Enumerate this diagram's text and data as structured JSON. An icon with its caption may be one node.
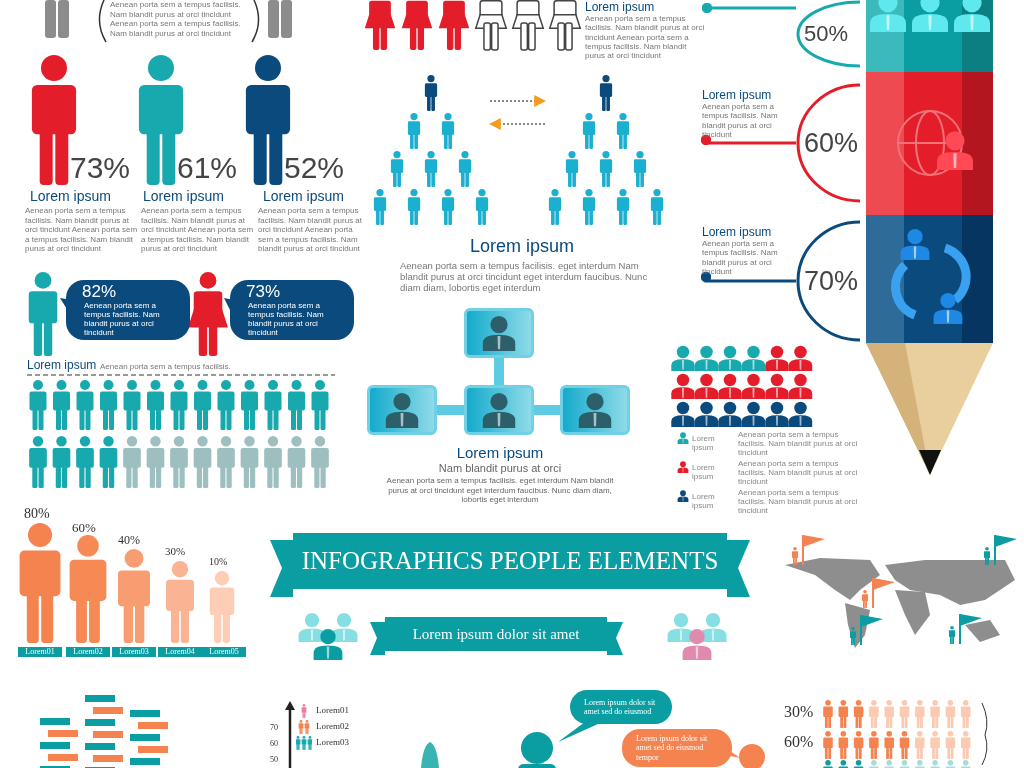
{
  "diagram": {
    "title": "INFOGRAPHICS PEOPLE ELEMENTS",
    "nodes": [
      {
        "text": [],
        "shape": "picture"
      },
      {
        "text": [],
        "shape": "picture"
      },
      {
        "text": [
          "82%",
          "Aenean porta sem a tempus facilisis. Nam blandit purus at orci tincidunt"
        ]
      },
      {
        "text": [
          "73%",
          "Aenean porta sem a tempus facilisis. Nam blandit purus at orci tincidunt"
        ]
      },
      {
        "text": [],
        "shape": "picture"
      },
      {
        "text": [],
        "shape": "picture"
      },
      {
        "text": [],
        "shape": "picture"
      },
      {
        "text": [],
        "shape": "picture"
      },
      {
        "text": [
          "Lorem ipsum dolor sit amet"
        ]
      },
      {
        "text": [
          "Lorem ipsum dolor sit amet sed do eiusmod"
        ]
      },
      {
        "text": [
          "Lorem ipsum dolor sit amet sed do eiusmod tempor"
        ]
      },
      {
        "text": [
          "Lorem ipsum",
          "Aenean porta sem a tempus facilisis. Nam blandit purus at orci tincidunt Aenean porta sem a tempus facilisis. Nam blandit purus at orci tincidunt"
        ]
      },
      {
        "text": [
          "50%"
        ]
      },
      {
        "text": [
          "Lorem ipsum",
          "Aenean porta sem a tempus facilisis. Nam blandit purus at orci tincidunt"
        ]
      },
      {
        "text": [
          "60%"
        ]
      },
      {
        "text": [
          "Lorem ipsum",
          "Aenean porta sem a tempus facilisis. Nam blandit purus at orci tincidunt"
        ]
      },
      {
        "text": [
          "70%"
        ]
      }
    ],
    "edges": [
      {
        "from": 0,
        "to": 1,
        "arrow": "to",
        "style": "dashed",
        "color": "#888888"
      },
      {
        "from": 1,
        "to": 0,
        "arrow": "to",
        "style": "dashed",
        "color": "#888888"
      },
      {
        "from": 4,
        "to": 6,
        "arrow": "none",
        "style": "thick"
      },
      {
        "from": 5,
        "to": 6,
        "arrow": "none",
        "style": "thick"
      },
      {
        "from": 6,
        "to": 7,
        "arrow": "none",
        "style": "thick"
      },
      {
        "from": 11,
        "to": 12,
        "arrow": "other",
        "color": "#17a9ad"
      },
      {
        "from": 13,
        "to": 14,
        "arrow": "other",
        "color": "#e31e2a"
      },
      {
        "from": 15,
        "to": 16,
        "arrow": "other",
        "color": "#0b4a7c"
      }
    ],
    "labels": [
      "Aenean porta sem a tempus facilisis. Nam blandit purus at orci tincidunt Aenean porta sem a tempus facilisis. Nam blandit purus at orci tincidunt",
      "73%",
      "61%",
      "52%",
      "Lorem ipsum",
      "Aenean porta sem a tempus facilisis. Nam blandit purus at orci tincidunt Aenean porta sem a tempus facilisis. Nam blandit purus at orci tincidunt",
      "Lorem ipsum",
      "Aenean porta sem a tempus facilisis. Nam blandit purus at orci tincidunt Aenean porta sem a tempus facilisis. Nam blandit purus at orci tincidunt",
      "Lorem ipsum",
      "Aenean porta sem a tempus facilisis. Nam blandit purus at orci tincidunt Aenean porta sem a tempus facilisis. Nam blandit purus at orci tincidunt",
      "Lorem ipsum",
      "Aenean porta sem a tempus facilisis. eget interdum Nam blandit purus at orci tincidunt eget interdum faucibus. Nunc diam diam, lobortis eget interdum",
      "Lorem ipsum",
      "Aenean porta sem a tempus facilisis.",
      "Lorem ipsum",
      "Nam blandit purus at orci",
      "Aenean porta sem a tempus facilisis. eget interdum Nam blandit purus at orci tincidunt eget interdum faucibus. Nunc diam diam, lobortis eget interdum",
      "Lorem ipsum",
      "Aenean porta sem a tempus facilisis. Nam blandit purus at orci tincidunt",
      "Lorem ipsum",
      "Aenean porta sem a tempus facilisis. Nam blandit purus at orci tincidunt",
      "Lorem ipsum",
      "Aenean porta sem a tempus facilisis. Nam blandit purus at orci tincidunt",
      "80%",
      "60%",
      "40%",
      "30%",
      "10%",
      "Lorem01",
      "Lorem02",
      "Lorem03",
      "Lorem04",
      "Lorem05",
      "70",
      "60",
      "50",
      "30%",
      "60%"
    ],
    "legend": [
      {
        "text": "Lorem01"
      },
      {
        "text": "Lorem02"
      },
      {
        "text": "Lorem03"
      }
    ]
  }
}
